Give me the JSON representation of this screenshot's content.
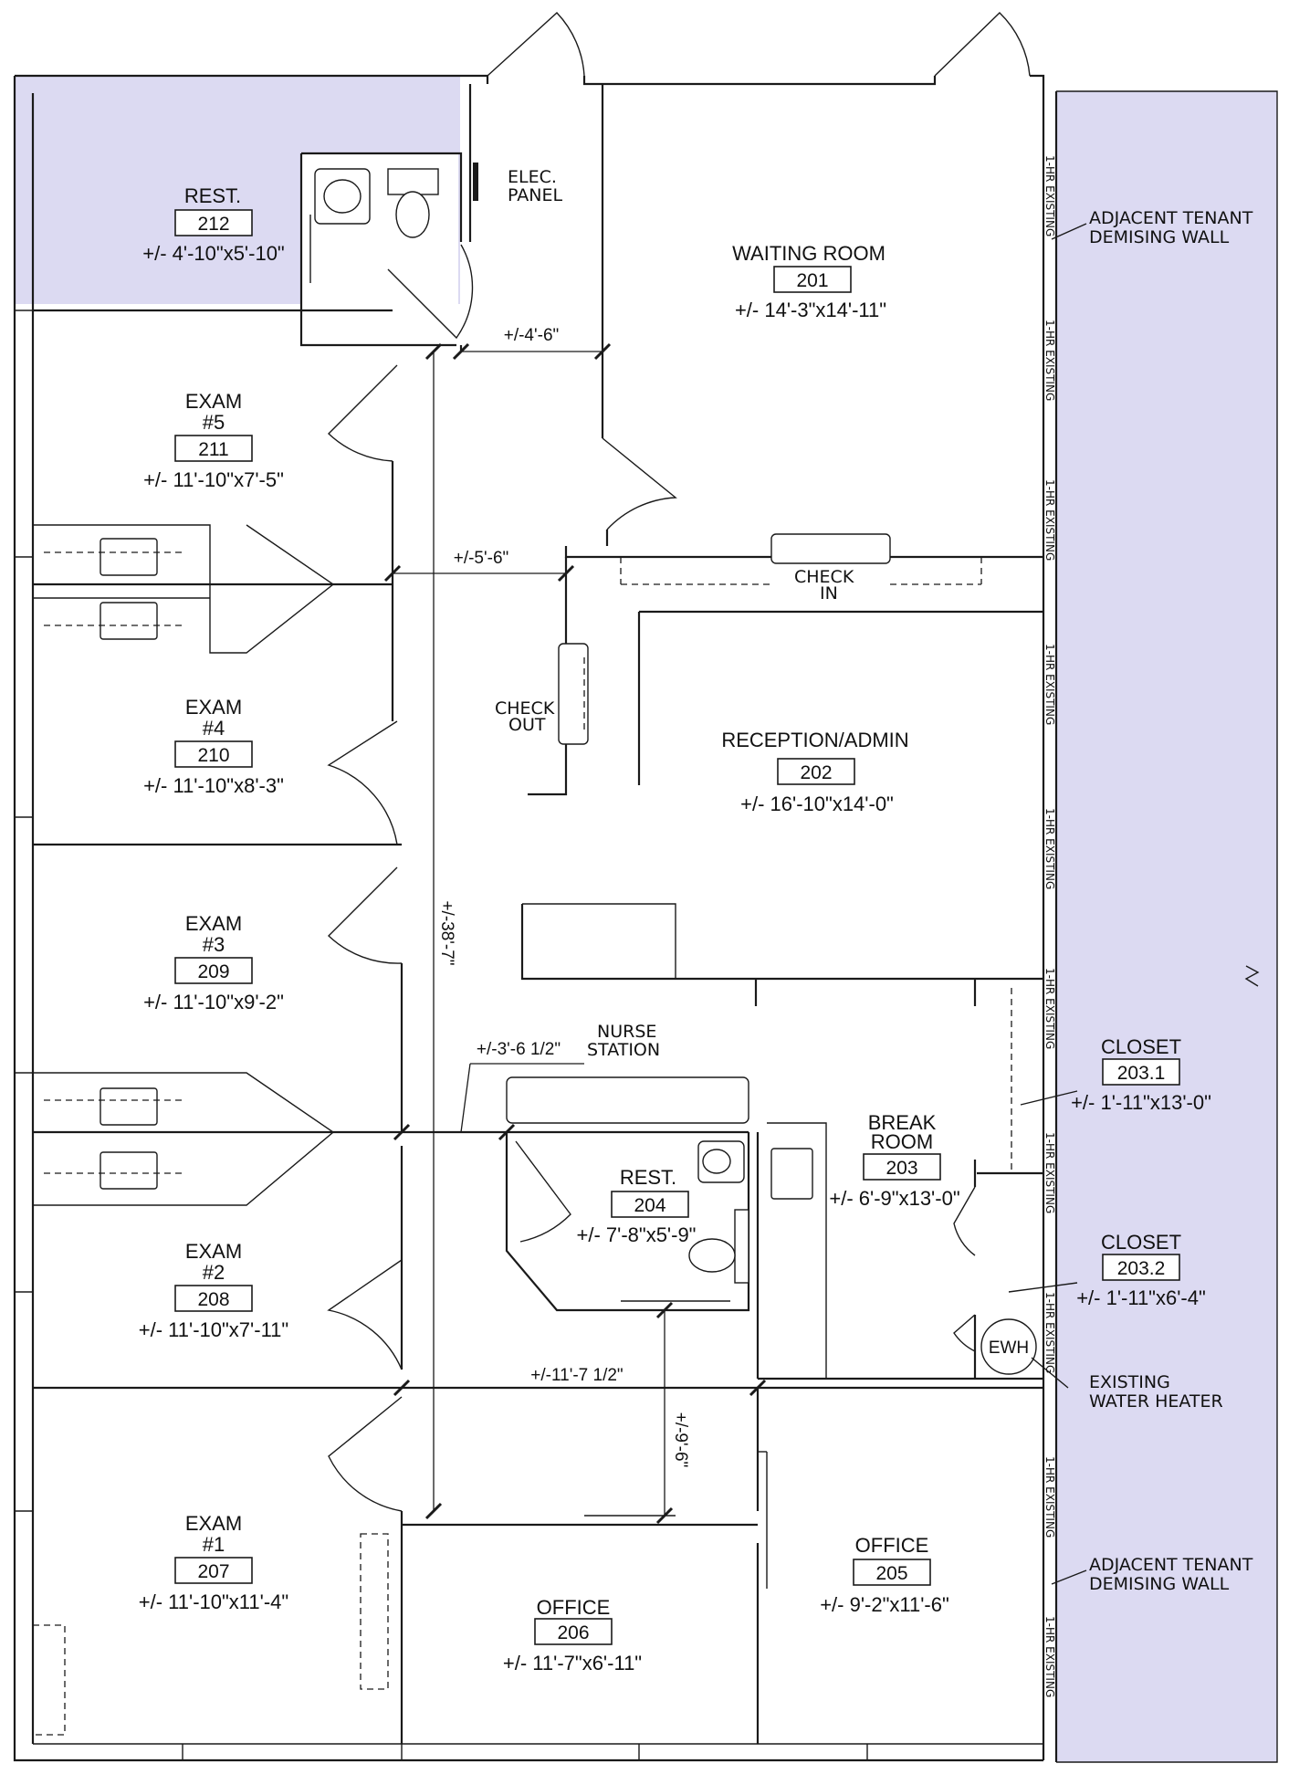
{
  "rooms": [
    {
      "key": "rest_212",
      "name": "REST.",
      "number": "212",
      "size": "+/- 4'-10\"x5'-10\""
    },
    {
      "key": "exam5",
      "name": "EXAM",
      "sub": "#5",
      "number": "211",
      "size": "+/- 11'-10\"x7'-5\""
    },
    {
      "key": "exam4",
      "name": "EXAM",
      "sub": "#4",
      "number": "210",
      "size": "+/- 11'-10\"x8'-3\""
    },
    {
      "key": "exam3",
      "name": "EXAM",
      "sub": "#3",
      "number": "209",
      "size": "+/- 11'-10\"x9'-2\""
    },
    {
      "key": "exam2",
      "name": "EXAM",
      "sub": "#2",
      "number": "208",
      "size": "+/- 11'-10\"x7'-11\""
    },
    {
      "key": "exam1",
      "name": "EXAM",
      "sub": "#1",
      "number": "207",
      "size": "+/- 11'-10\"x11'-4\""
    },
    {
      "key": "waiting",
      "name": "WAITING ROOM",
      "number": "201",
      "size": "+/- 14'-3\"x14'-11\""
    },
    {
      "key": "reception",
      "name": "RECEPTION/ADMIN",
      "number": "202",
      "size": "+/- 16'-10\"x14'-0\""
    },
    {
      "key": "break",
      "name": "BREAK",
      "sub": "ROOM",
      "number": "203",
      "size": "+/- 6'-9\"x13'-0\""
    },
    {
      "key": "rest_204",
      "name": "REST.",
      "number": "204",
      "size": "+/- 7'-8\"x5'-9\""
    },
    {
      "key": "office205",
      "name": "OFFICE",
      "number": "205",
      "size": "+/- 9'-2\"x11'-6\""
    },
    {
      "key": "office206",
      "name": "OFFICE",
      "number": "206",
      "size": "+/- 11'-7\"x6'-11\""
    },
    {
      "key": "closet1",
      "name": "CLOSET",
      "number": "203.1",
      "size": "+/- 1'-11\"x13'-0\""
    },
    {
      "key": "closet2",
      "name": "CLOSET",
      "number": "203.2",
      "size": "+/- 1'-11\"x6'-4\""
    }
  ],
  "labels": {
    "elec_1": "ELEC.",
    "elec_2": "PANEL",
    "check_in_1": "CHECK",
    "check_in_2": "IN",
    "check_out_1": "CHECK",
    "check_out_2": "OUT",
    "nurse_1": "NURSE",
    "nurse_2": "STATION",
    "adj_1": "ADJACENT TENANT",
    "adj_2": "DEMISING WALL",
    "ewh_1": "EXISTING",
    "ewh_2": "WATER HEATER",
    "ewh_symbol": "EWH",
    "wall_note": "1-HR EXISTING"
  },
  "dimensions": {
    "d_4_6": "+/-4'-6\"",
    "d_5_6": "+/-5'-6\"",
    "d_38_7": "+/-38'-7\"",
    "d_3_6": "+/-3'-6 1/2\"",
    "d_11_7": "+/-11'-7 1/2\"",
    "d_9_6": "+/-9'-6\""
  },
  "colors": {
    "line": "#1a1a1a",
    "tint": "#dcdaf2",
    "background": "#ffffff"
  }
}
